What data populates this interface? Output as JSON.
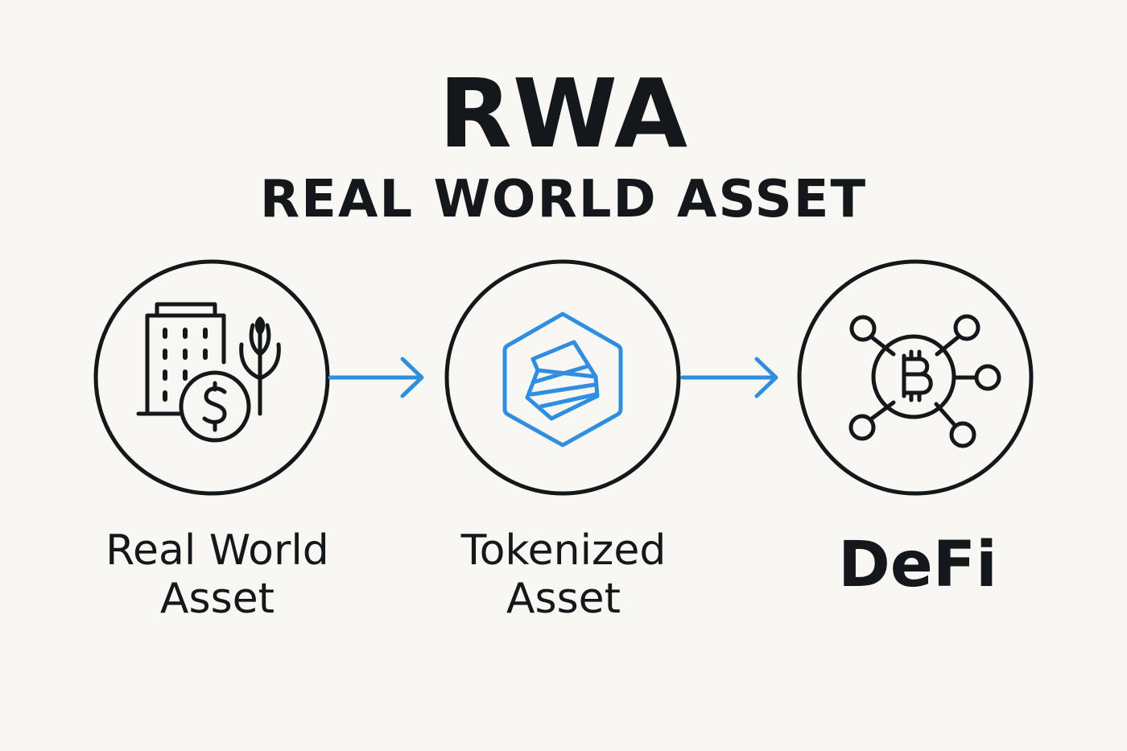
{
  "header": {
    "title": "RWA",
    "subtitle": "REAL WORLD ASSET"
  },
  "stages": [
    {
      "label_line1": "Real World",
      "label_line2": "Asset",
      "icon": "building-coin-wheat-icon"
    },
    {
      "label_line1": "Tokenized",
      "label_line2": "Asset",
      "icon": "hexagon-token-icon"
    },
    {
      "label_line1": "DeFi",
      "icon": "bitcoin-network-icon"
    }
  ],
  "colors": {
    "background": "#f8f7f3",
    "ink": "#14181b",
    "accent": "#2f8ee0"
  }
}
